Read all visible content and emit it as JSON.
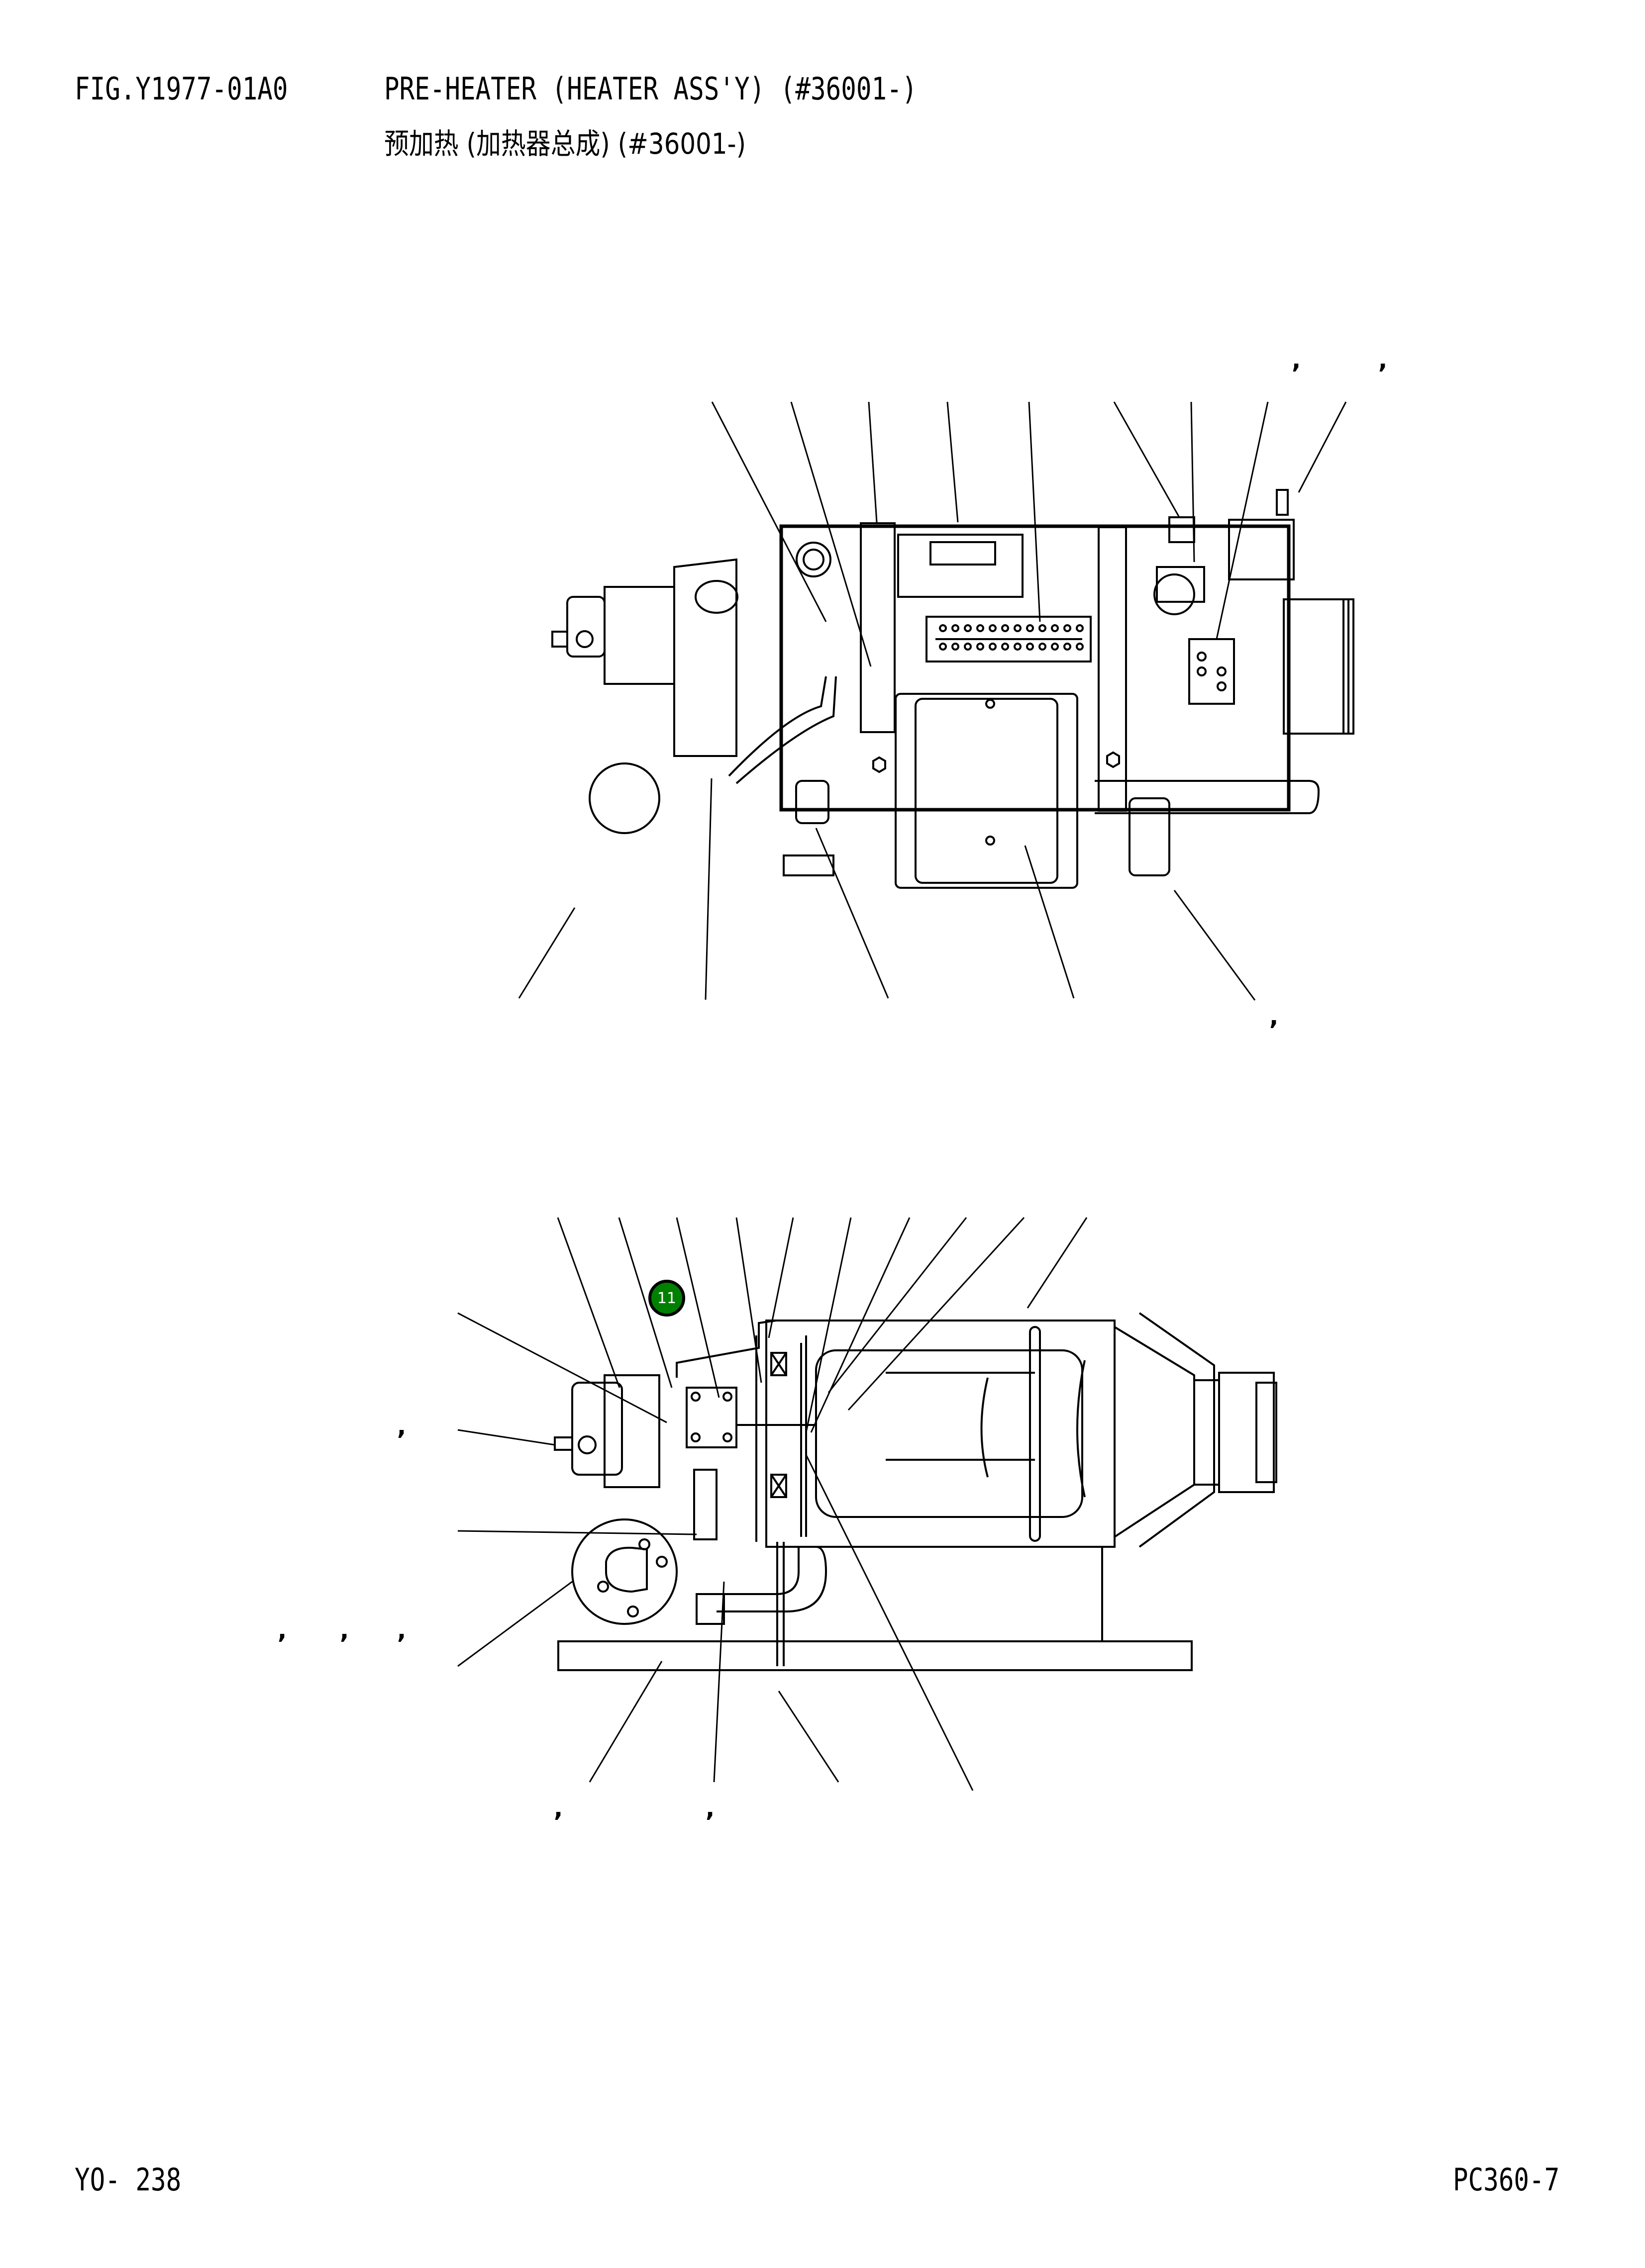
{
  "header": {
    "figure_number": "FIG.Y1977-01A0",
    "title_en": "PRE-HEATER (HEATER ASS'Y) (#36001-)",
    "title_zh": "预加热 (加热器总成) (#36001-)"
  },
  "footer": {
    "page_number": "YO- 238",
    "model": "PC360-7"
  },
  "callouts": [
    {
      "label": "11",
      "color": "#008000",
      "text_color": "#ffffff"
    }
  ],
  "separators": {
    "comma": ","
  },
  "diagrams": [
    {
      "name": "top-view",
      "description": "pre-heater assembly side view"
    },
    {
      "name": "section-view",
      "description": "pre-heater assembly cross-section view"
    }
  ]
}
